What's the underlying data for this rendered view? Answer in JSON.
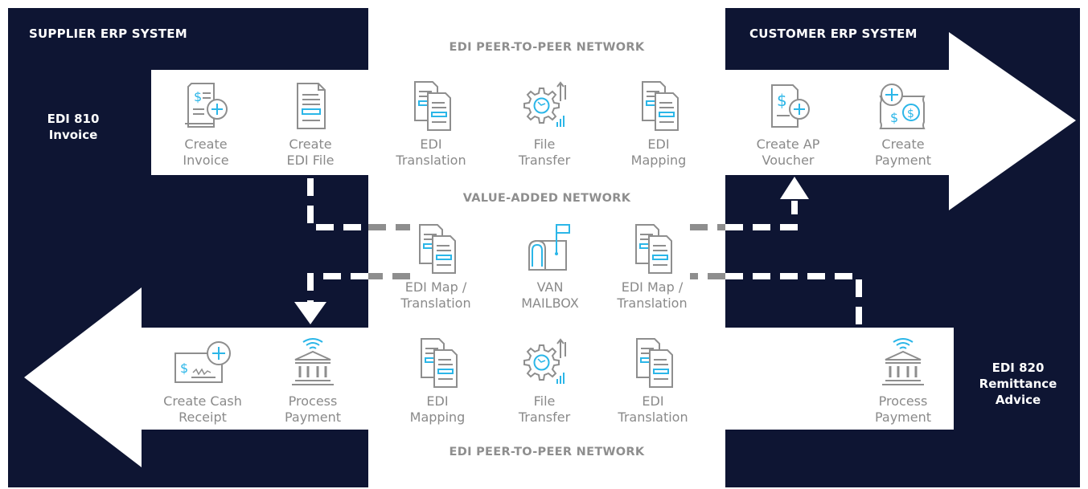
{
  "colors": {
    "navy": "#0e1533",
    "gray_text": "#8a8a8a",
    "gray_line": "#8e8e8e",
    "accent": "#2bb6e8",
    "white": "#ffffff"
  },
  "panels": {
    "supplier": "SUPPLIER ERP SYSTEM",
    "customer": "CUSTOMER ERP SYSTEM"
  },
  "networks": {
    "p2p_top": "EDI PEER-TO-PEER NETWORK",
    "van": "VALUE-ADDED NETWORK",
    "p2p_bottom": "EDI PEER-TO-PEER NETWORK"
  },
  "documents": {
    "invoice": {
      "line1": "EDI 810",
      "line2": "Invoice"
    },
    "remittance": {
      "line1": "EDI 820",
      "line2": "Remittance",
      "line3": "Advice"
    }
  },
  "top_flow": [
    {
      "icon": "invoice-icon",
      "line1": "Create",
      "line2": "Invoice"
    },
    {
      "icon": "edi-file-icon",
      "line1": "Create",
      "line2": "EDI File"
    },
    {
      "icon": "documents-icon",
      "line1": "EDI",
      "line2": "Translation"
    },
    {
      "icon": "gear-transfer-icon",
      "line1": "File",
      "line2": "Transfer"
    },
    {
      "icon": "documents-icon",
      "line1": "EDI",
      "line2": "Mapping"
    },
    {
      "icon": "ap-voucher-icon",
      "line1": "Create AP",
      "line2": "Voucher"
    },
    {
      "icon": "payment-icon",
      "line1": "Create",
      "line2": "Payment"
    }
  ],
  "van_flow": [
    {
      "icon": "documents-icon",
      "line1": "EDI Map /",
      "line2": "Translation"
    },
    {
      "icon": "mailbox-icon",
      "line1": "VAN",
      "line2": "MAILBOX"
    },
    {
      "icon": "documents-icon",
      "line1": "EDI Map /",
      "line2": "Translation"
    }
  ],
  "bottom_flow": [
    {
      "icon": "cash-receipt-icon",
      "line1": "Create Cash",
      "line2": "Receipt"
    },
    {
      "icon": "bank-icon",
      "line1": "Process",
      "line2": "Payment"
    },
    {
      "icon": "documents-icon",
      "line1": "EDI",
      "line2": "Mapping"
    },
    {
      "icon": "gear-transfer-icon",
      "line1": "File",
      "line2": "Transfer"
    },
    {
      "icon": "documents-icon",
      "line1": "EDI",
      "line2": "Translation"
    },
    {
      "icon": "bank-icon",
      "line1": "Process",
      "line2": "Payment"
    }
  ]
}
